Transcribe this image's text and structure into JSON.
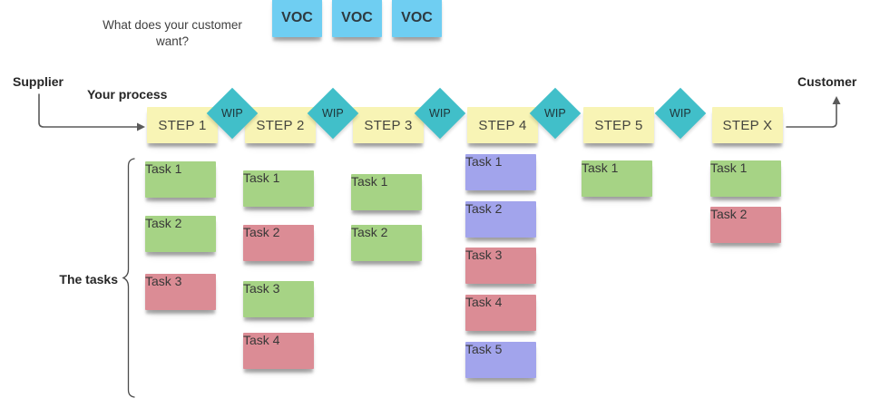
{
  "palette": {
    "step_yellow": "#f8f4b5",
    "task_green": "#a6d385",
    "task_red": "#db8c95",
    "task_purple": "#a2a4ec",
    "voc_blue": "#6fcef2",
    "wip_teal": "#41bfc9",
    "text_dark": "#3d3d3d",
    "arrow_gray": "#5a5a5a"
  },
  "header": {
    "question": "What does your customer want?",
    "voc_notes": [
      "VOC",
      "VOC",
      "VOC"
    ]
  },
  "labels": {
    "supplier": "Supplier",
    "your_process": "Your process",
    "customer": "Customer",
    "the_tasks": "The tasks"
  },
  "wip_label": "WIP",
  "process": {
    "steps": [
      {
        "label": "STEP 1",
        "tasks": [
          {
            "label": "Task 1",
            "color": "green"
          },
          {
            "label": "Task 2",
            "color": "green"
          },
          {
            "label": "Task 3",
            "color": "red"
          }
        ]
      },
      {
        "label": "STEP 2",
        "tasks": [
          {
            "label": "Task 1",
            "color": "green"
          },
          {
            "label": "Task 2",
            "color": "red"
          },
          {
            "label": "Task 3",
            "color": "green"
          },
          {
            "label": "Task 4",
            "color": "red"
          }
        ]
      },
      {
        "label": "STEP 3",
        "tasks": [
          {
            "label": "Task 1",
            "color": "green"
          },
          {
            "label": "Task 2",
            "color": "green"
          }
        ]
      },
      {
        "label": "STEP 4",
        "tasks": [
          {
            "label": "Task 1",
            "color": "purple"
          },
          {
            "label": "Task 2",
            "color": "purple"
          },
          {
            "label": "Task 3",
            "color": "red"
          },
          {
            "label": "Task 4",
            "color": "red"
          },
          {
            "label": "Task 5",
            "color": "purple"
          }
        ]
      },
      {
        "label": "STEP 5",
        "tasks": [
          {
            "label": "Task 1",
            "color": "green"
          }
        ]
      },
      {
        "label": "STEP X",
        "tasks": [
          {
            "label": "Task 1",
            "color": "green"
          },
          {
            "label": "Task 2",
            "color": "red"
          }
        ]
      }
    ]
  }
}
